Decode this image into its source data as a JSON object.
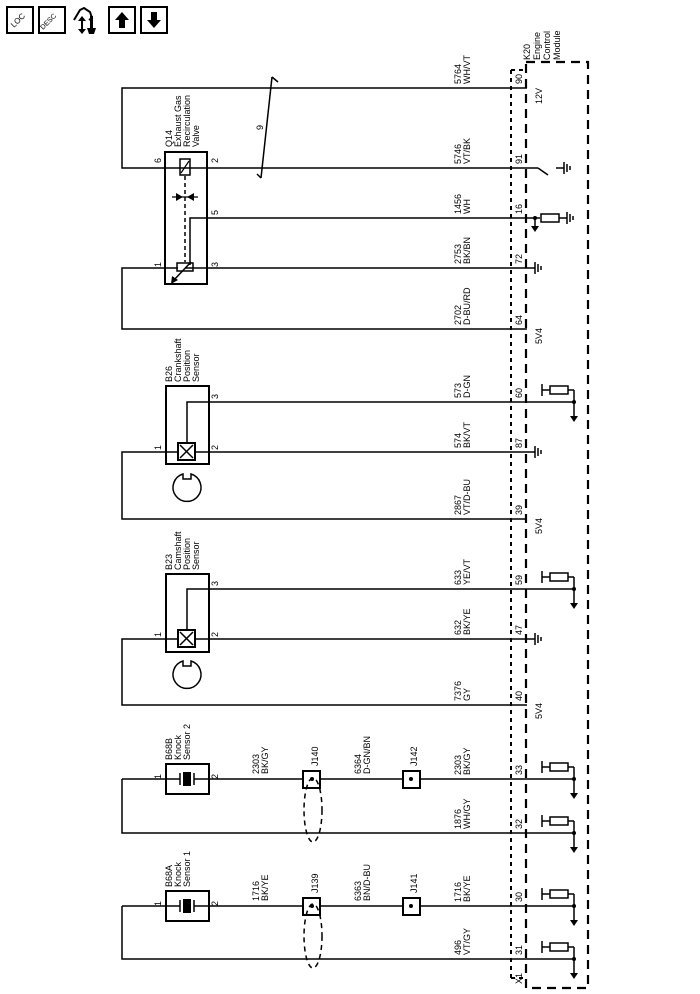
{
  "toolbar": {
    "buttons": [
      {
        "id": "loc",
        "label": "LOC",
        "icon": "location-view-icon"
      },
      {
        "id": "desc",
        "label": "DESC",
        "icon": "description-icon"
      },
      {
        "id": "diag",
        "label": "",
        "icon": "diagnostic-wrench-icon"
      },
      {
        "id": "up",
        "label": "",
        "icon": "arrow-up-icon"
      },
      {
        "id": "down",
        "label": "",
        "icon": "arrow-down-icon"
      }
    ]
  },
  "module": {
    "ref": "K20",
    "name_lines": [
      "K20",
      "Engine",
      "Control",
      "Module"
    ],
    "connector": "X1",
    "supply_label": "12V",
    "ref_label": "5V4"
  },
  "components": {
    "q14": {
      "lines": [
        "Q14",
        "Exhaust Gas",
        "Recirculation",
        "Valve"
      ],
      "pins": [
        "6",
        "2",
        "5",
        "1",
        "3"
      ]
    },
    "b26": {
      "lines": [
        "B26",
        "Crankshaft",
        "Position",
        "Sensor"
      ],
      "pins": [
        "1",
        "2",
        "3"
      ]
    },
    "b23": {
      "lines": [
        "B23",
        "Camshaft",
        "Position",
        "Sensor"
      ],
      "pins": [
        "1",
        "2",
        "3"
      ]
    },
    "b68b": {
      "lines": [
        "B68B",
        "Knock",
        "Sensor 2"
      ],
      "pins": [
        "1",
        "2"
      ]
    },
    "b68a": {
      "lines": [
        "B68A",
        "Knock",
        "Sensor 1"
      ],
      "pins": [
        "1",
        "2"
      ]
    }
  },
  "splices": {
    "j140": "J140",
    "j142": "J142",
    "j139": "J139",
    "j141": "J141"
  },
  "crossref": "9",
  "wires": [
    {
      "circuit": "5764",
      "color": "WH/VT",
      "pin": "90",
      "term": "12V"
    },
    {
      "circuit": "5746",
      "color": "VT/BK",
      "pin": "91",
      "term": "switch-ground"
    },
    {
      "circuit": "1456",
      "color": "WH",
      "pin": "16",
      "term": "resistor-ground"
    },
    {
      "circuit": "2753",
      "color": "BK/BN",
      "pin": "72",
      "term": "ground"
    },
    {
      "circuit": "2702",
      "color": "D-BU/RD",
      "pin": "64",
      "term": "5V4"
    },
    {
      "circuit": "573",
      "color": "D-GN",
      "pin": "60",
      "term": "input"
    },
    {
      "circuit": "574",
      "color": "BK/VT",
      "pin": "87",
      "term": "ground"
    },
    {
      "circuit": "2867",
      "color": "VT/D-BU",
      "pin": "39",
      "term": "5V4"
    },
    {
      "circuit": "633",
      "color": "YE/VT",
      "pin": "59",
      "term": "input"
    },
    {
      "circuit": "632",
      "color": "BK/YE",
      "pin": "47",
      "term": "ground"
    },
    {
      "circuit": "7376",
      "color": "GY",
      "pin": "40",
      "term": "5V4"
    },
    {
      "circuit": "2303",
      "color": "BK/GY",
      "pin": "33",
      "term": "input"
    },
    {
      "circuit": "1876",
      "color": "WH/GY",
      "pin": "32",
      "term": "input"
    },
    {
      "circuit": "1716",
      "color": "BK/YE",
      "pin": "30",
      "term": "input"
    },
    {
      "circuit": "496",
      "color": "VT/GY",
      "pin": "31",
      "term": "input"
    }
  ],
  "knock_mid_wires": {
    "b68b_left": {
      "circuit": "2303",
      "color": "BK/GY"
    },
    "b68b_mid": {
      "circuit": "6364",
      "color": "D-GN/BN"
    },
    "b68a_left": {
      "circuit": "1716",
      "color": "BK/YE"
    },
    "b68a_mid": {
      "circuit": "6363",
      "color": "BN/D-BU"
    }
  }
}
